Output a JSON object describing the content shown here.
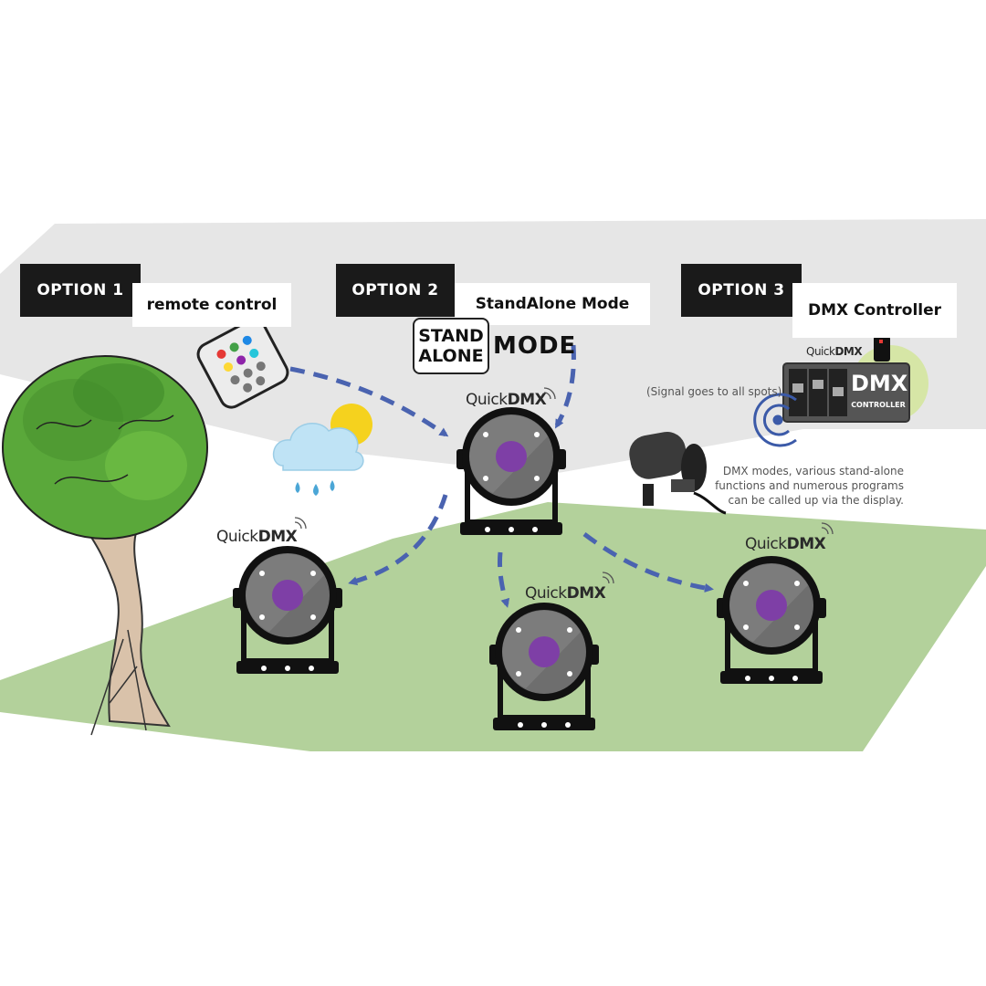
{
  "options": [
    {
      "tag": "OPTION 1",
      "title": "remote control"
    },
    {
      "tag": "OPTION 2",
      "title": "StandAlone Mode"
    },
    {
      "tag": "OPTION 3",
      "title": "DMX Controller"
    }
  ],
  "standalone_badge": {
    "line1": "STAND",
    "line2": "ALONE",
    "mode": "MODE"
  },
  "brand": {
    "prefix": "Quick",
    "suffix": "DMX"
  },
  "controller": {
    "label_big": "DMX",
    "label_small": "CONTROLLER"
  },
  "signal_note": "(Signal goes to all spots)",
  "description": {
    "line1": "DMX modes, various stand-alone",
    "line2": "functions and numerous programs",
    "line3": "can be called up via the display."
  },
  "colors": {
    "band_gray": "#e6e6e6",
    "lawn_green": "#b3d19b",
    "arrow_blue": "#4a63b0",
    "lens_purple": "#7e3fa6",
    "tree_green": "#5aa83a",
    "sun_yellow": "#f5d21e",
    "cloud_blue": "#bfe3f5"
  }
}
